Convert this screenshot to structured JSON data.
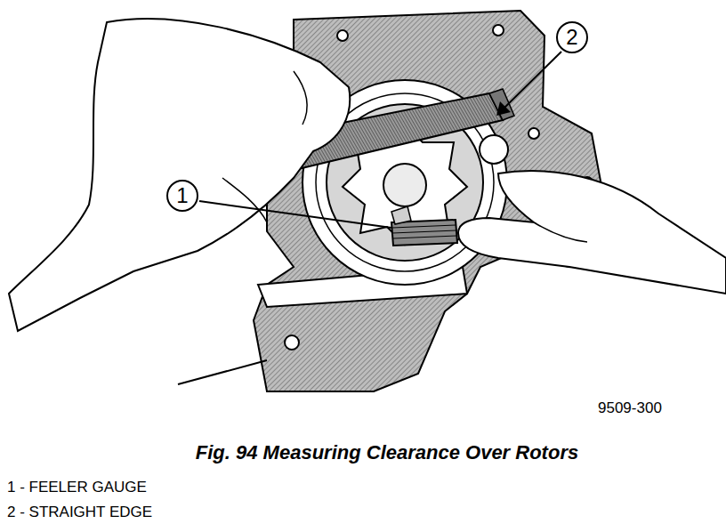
{
  "diagram": {
    "caption": "Fig. 94 Measuring Clearance Over Rotors",
    "nodes": [
      {
        "text": [
          "2"
        ]
      },
      {
        "text": [
          "1"
        ]
      }
    ],
    "labels": [
      "9509-300",
      "1 - FEELER GAUGE",
      "2 - STRAIGHT EDGE"
    ]
  }
}
